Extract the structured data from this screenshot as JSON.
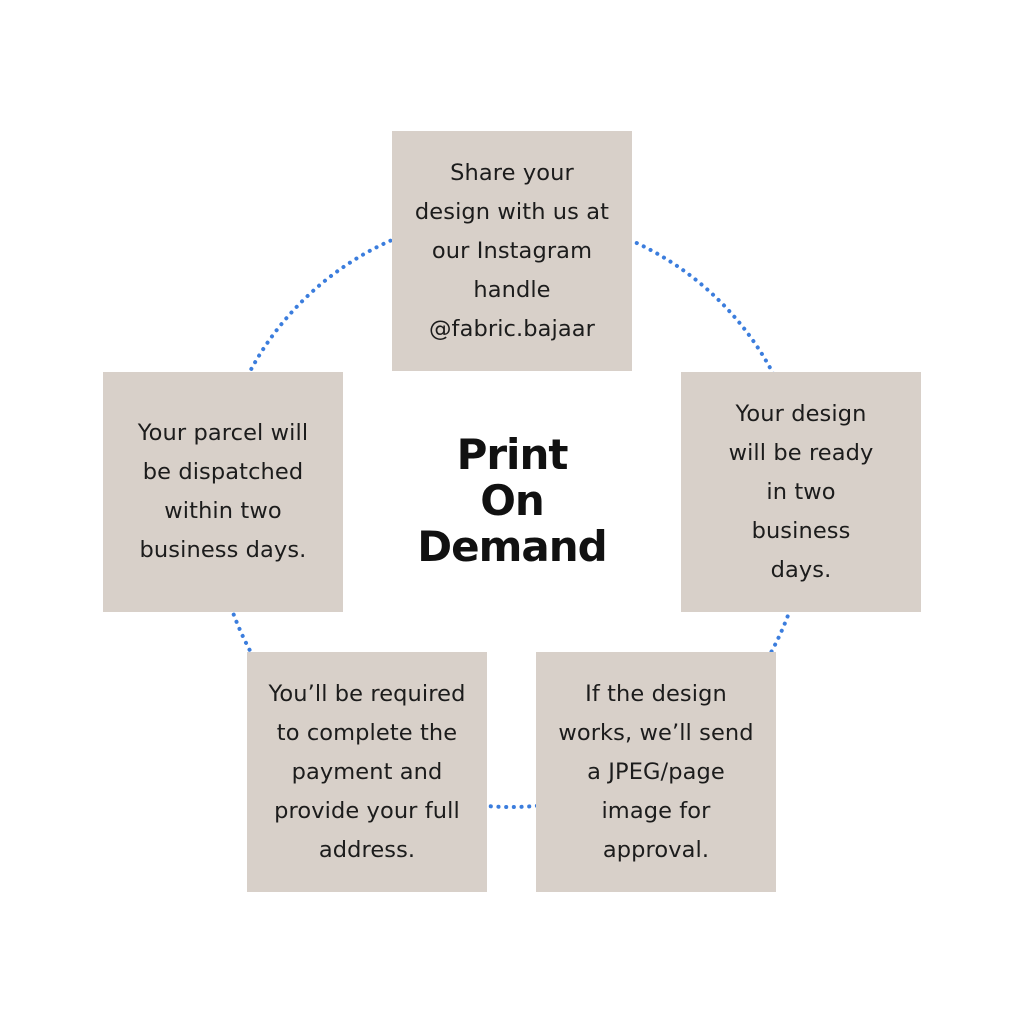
{
  "diagram": {
    "title": "Print\nOn\nDemand",
    "connector_color": "#3b7ddd",
    "box_color": "#d8d0c9",
    "steps": [
      {
        "text": "Share your\ndesign with us at\nour Instagram\nhandle\n@fabric.bajaar"
      },
      {
        "text": "Your design\nwill be ready\nin two\nbusiness\ndays."
      },
      {
        "text": "If the design\nworks, we’ll send\na JPEG/page\nimage for\napproval."
      },
      {
        "text": "You’ll be required\nto complete the\npayment and\nprovide your full\naddress."
      },
      {
        "text": "Your parcel will\nbe dispatched\nwithin two\nbusiness days."
      }
    ]
  }
}
